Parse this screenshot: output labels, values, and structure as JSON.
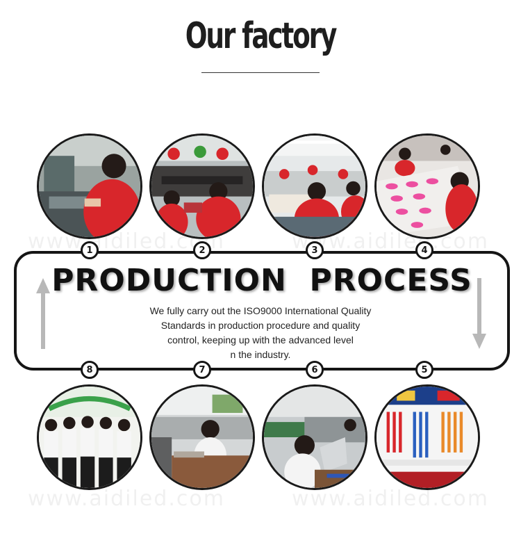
{
  "header": {
    "title": "Our factory"
  },
  "process": {
    "headline": "PRODUCTION  PROCESS",
    "description": [
      "We fully carry out the ISO9000 International Quality",
      "Standards in production procedure and quality",
      "control, keeping up with the advanced level",
      "n the industry."
    ]
  },
  "steps": [
    {
      "number": "1",
      "photo": "worker at sewing machine"
    },
    {
      "number": "2",
      "photo": "workers assembling products"
    },
    {
      "number": "3",
      "photo": "sewing workshop"
    },
    {
      "number": "4",
      "photo": "workers sorting pink parts"
    },
    {
      "number": "5",
      "photo": "product showroom"
    },
    {
      "number": "6",
      "photo": "office staff at computer"
    },
    {
      "number": "7",
      "photo": "office workstation"
    },
    {
      "number": "8",
      "photo": "team group photo"
    }
  ],
  "watermark": "www.aidiled.com",
  "colors": {
    "border": "#151515",
    "worker_red": "#d8262b",
    "pink_parts": "#ec4fa0",
    "arrow_gray": "#b8b8b8"
  },
  "icons": {
    "up_arrow": "arrow-up-icon",
    "down_arrow": "arrow-down-icon"
  }
}
